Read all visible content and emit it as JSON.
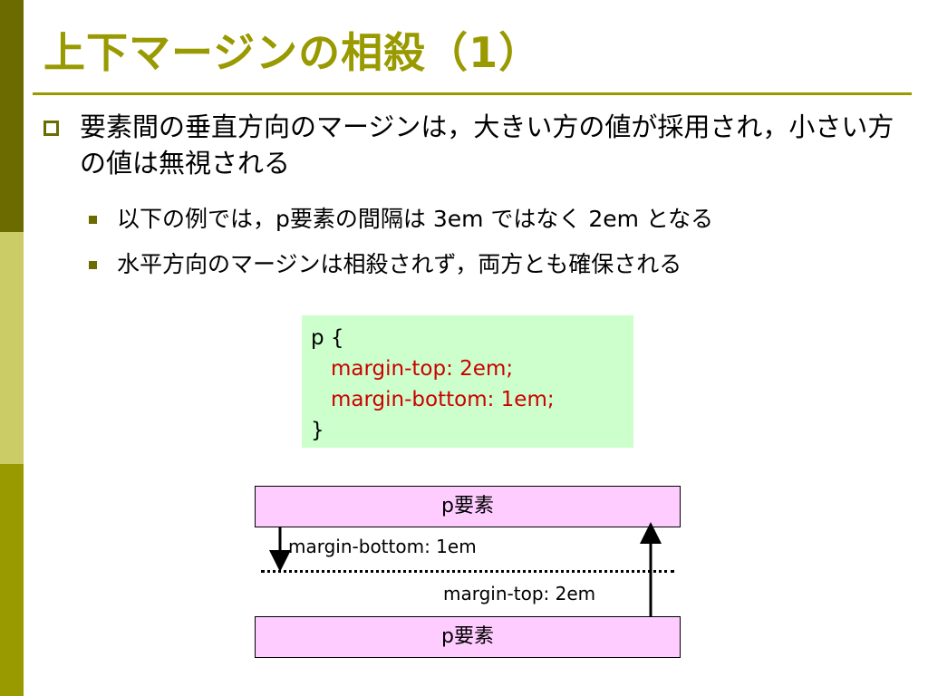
{
  "slide": {
    "title": "上下マージンの相殺（1）"
  },
  "bullets": {
    "main": "要素間の垂直方向のマージンは，大きい方の値が採用され，小さい方の値は無視される",
    "sub1": "以下の例では，p要素の間隔は 3em ではなく 2em となる",
    "sub2": "水平方向のマージンは相殺されず，両方とも確保される"
  },
  "code": {
    "line1": "p {",
    "line2": "margin-top: 2em;",
    "line3": "margin-bottom: 1em;",
    "line4": "}"
  },
  "diagram": {
    "box_top": "p要素",
    "box_bottom": "p要素",
    "label_bottom_margin": "margin-bottom: 1em",
    "label_top_margin": "margin-top: 2em"
  },
  "colors": {
    "accent": "#999900",
    "code_bg": "#ccffcc",
    "code_red": "#cc0000",
    "box_fill": "#ffccff"
  }
}
